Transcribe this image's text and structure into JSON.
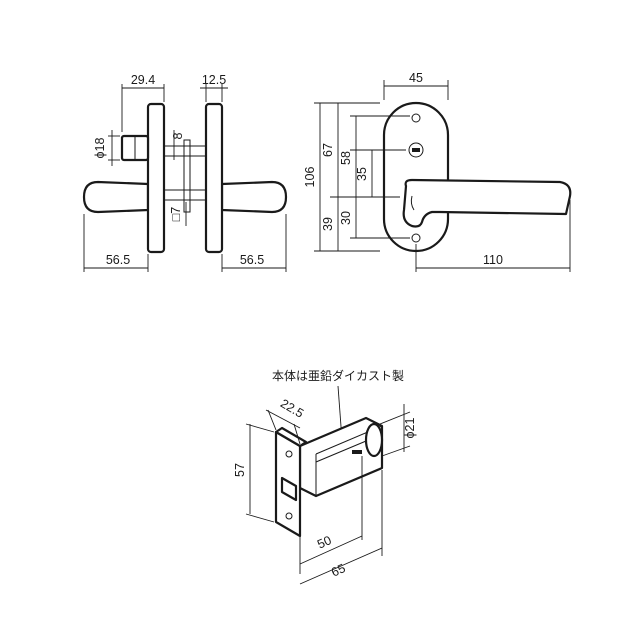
{
  "top_side_view": {
    "dims": {
      "rose_projection": "29.4",
      "plate_thickness": "12.5",
      "thumbturn_dia": "ϕ18",
      "spindle_offset": "8",
      "spindle_square": "□7",
      "lever_left": "56.5",
      "lever_right": "56.5"
    }
  },
  "top_front_view": {
    "dims": {
      "plate_width": "45",
      "plate_height": "106",
      "upper_67": "67",
      "upper_58": "58",
      "upper_35": "35",
      "lower_39": "39",
      "lower_30": "30",
      "lever_length": "110"
    }
  },
  "latch_view": {
    "material_note": "本体は亜鉛ダイカスト製",
    "dims": {
      "front_depth": "22.5",
      "front_height": "57",
      "bolt_dia": "ϕ21",
      "backset": "50",
      "overall": "65"
    }
  }
}
